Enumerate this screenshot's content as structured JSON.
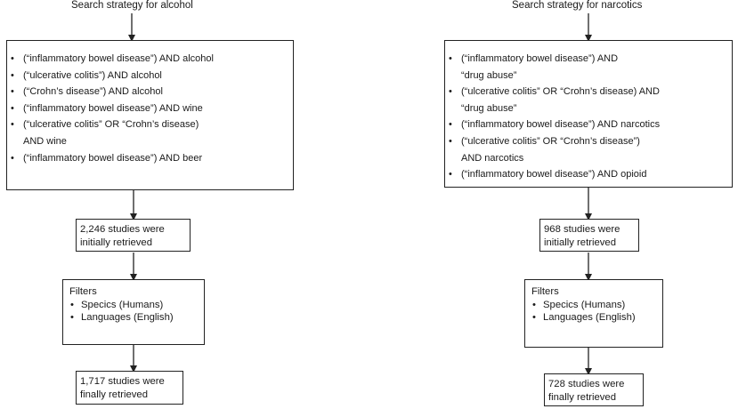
{
  "alcohol": {
    "title": "Search strategy for alcohol",
    "search_terms": [
      [
        "(“inflammatory bowel disease”) AND alcohol"
      ],
      [
        "(“ulcerative colitis”) AND alcohol"
      ],
      [
        "(“Crohn’s disease”) AND alcohol"
      ],
      [
        "(“inflammatory bowel disease”) AND wine"
      ],
      [
        "(“ulcerative colitis” OR “Crohn’s disease)",
        "AND wine"
      ],
      [
        "(“inflammatory bowel disease”) AND beer"
      ]
    ],
    "initial": {
      "line1": "2,246 studies were",
      "line2": "initially retrieved"
    },
    "filters": {
      "heading": "Filters",
      "items": [
        "Specics (Humans)",
        "Languages (English)"
      ]
    },
    "final": {
      "line1": "1,717 studies were",
      "line2": "finally retrieved"
    }
  },
  "narcotics": {
    "title": "Search strategy for narcotics",
    "search_terms": [
      [
        "(“inflammatory bowel disease”) AND",
        "“drug abuse”"
      ],
      [
        "(“ulcerative colitis” OR “Crohn’s disease) AND",
        "“drug abuse”"
      ],
      [
        "(“inflammatory bowel disease”) AND narcotics"
      ],
      [
        "(“ulcerative colitis” OR “Crohn’s disease”)",
        "AND narcotics"
      ],
      [
        "(“inflammatory bowel disease”) AND opioid"
      ]
    ],
    "initial": {
      "line1": "968 studies were",
      "line2": "initially retrieved"
    },
    "filters": {
      "heading": "Filters",
      "items": [
        "Specics (Humans)",
        "Languages (English)"
      ]
    },
    "final": {
      "line1": "728 studies were",
      "line2": "finally retrieved"
    }
  }
}
